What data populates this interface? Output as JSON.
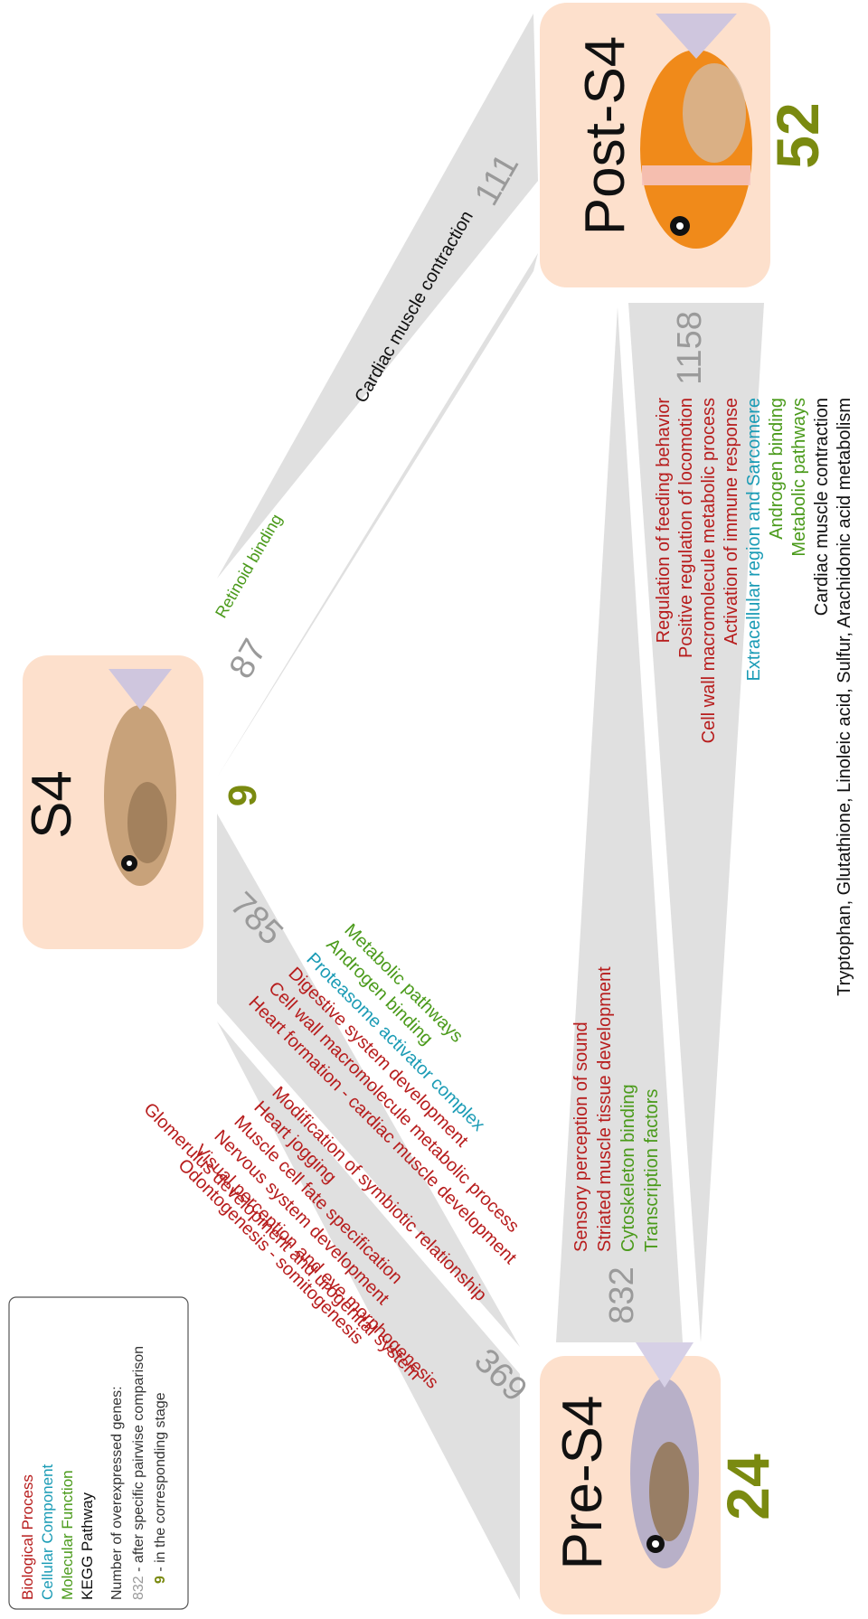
{
  "legend": {
    "biological_process": "Biological Process",
    "cellular_component": "Cellular Component",
    "molecular_function": "Molecular Function",
    "kegg_pathway": "KEGG Pathway",
    "overexpressed_title": "Number of overexpressed genes:",
    "pairwise_number": "832",
    "pairwise_text": " - after specific pairwise comparison",
    "stage_number": "9",
    "stage_text": " - in the corresponding stage"
  },
  "colors": {
    "biological_process": "#b71c1c",
    "cellular_component": "#1a9bb5",
    "molecular_function": "#4a9a1a",
    "kegg_pathway": "#111111",
    "gray_number": "#9a9a9a",
    "stage_count": "#7a8a10",
    "stage_box": "#fde0cc",
    "wedge": "#e0e0e0"
  },
  "stages": {
    "s4": {
      "label": "S4",
      "count": "9"
    },
    "post": {
      "label": "Post-S4",
      "count": "52"
    },
    "pre": {
      "label": "Pre-S4",
      "count": "24"
    }
  },
  "comparisons": {
    "s4_vs_post_at_s4": "87",
    "s4_vs_post_at_post": "111",
    "s4_vs_pre_at_s4": "785",
    "s4_vs_pre_at_pre": "369",
    "post_vs_pre_at_post": "1158",
    "post_vs_pre_at_pre": "832"
  },
  "terms": {
    "retinoid_binding": "Retinoid binding",
    "cardiac_muscle_contraction_post": "Cardiac muscle contraction",
    "s4_over_pre": [
      "Metabolic pathways",
      "Androgen binding",
      "Proteasome activator complex",
      "Digestive system development",
      "Cell wall macromolecule metabolic process",
      "Heart formation - cardiac muscle development"
    ],
    "pre_over_s4": [
      "Modification of symbiotic relationship",
      "Heart jogging",
      "Muscle cell fate specification",
      "Nervous system development",
      "Visual perception and eye morphogenesis",
      "Glomerulus development and urogenital system",
      "Odontogenesis - somitogenesis"
    ],
    "post_over_pre": [
      "Regulation of feeding behavior",
      "Positive regulation of locomotion",
      "Cell wall macromolecule metabolic process",
      "Activation of immune response",
      "Extracellular region and Sarcomere",
      "Androgen binding",
      "Metabolic pathways",
      "Cardiac muscle contraction",
      "Tryptophan, Glutathione, Linoleic acid, Sulfur, Arachidonic acid metabolism"
    ],
    "pre_over_post": [
      "Sensory perception of sound",
      "Striated muscle tissue development",
      "Cytoskeleton binding",
      "Transcription factors"
    ]
  }
}
